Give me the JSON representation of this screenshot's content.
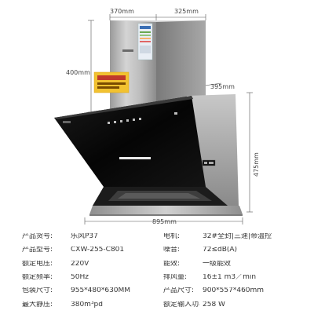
{
  "dimensions": {
    "top_left_width": "370mm",
    "top_right_width": "325mm",
    "chimney_height": "400mm",
    "hood_depth": "395mm",
    "hood_height": "475mm",
    "total_width": "895mm"
  },
  "specs": [
    {
      "label": "产品货号:",
      "value": "乐风P37",
      "label2": "电机:",
      "value2": "32#全封|三速|带温控"
    },
    {
      "label": "产品型号:",
      "value": "CXW-255-C801",
      "label2": "噪音:",
      "value2": "72≤dB(A)"
    },
    {
      "label": "额定电压:",
      "value": "220V",
      "label2": "能效:",
      "value2": "一级能效"
    },
    {
      "label": "额定频率:",
      "value": "50Hz",
      "label2": "排风量:",
      "value2": "16±1 m3／min"
    },
    {
      "label": "包装尺寸:",
      "value": "955*480*630MM",
      "label2": "产品尺寸:",
      "value2": "900*557*460mm"
    },
    {
      "label": "最大静压:",
      "value": "380m³pd",
      "label2": "额定输入功率:",
      "value2": "258 W"
    }
  ]
}
